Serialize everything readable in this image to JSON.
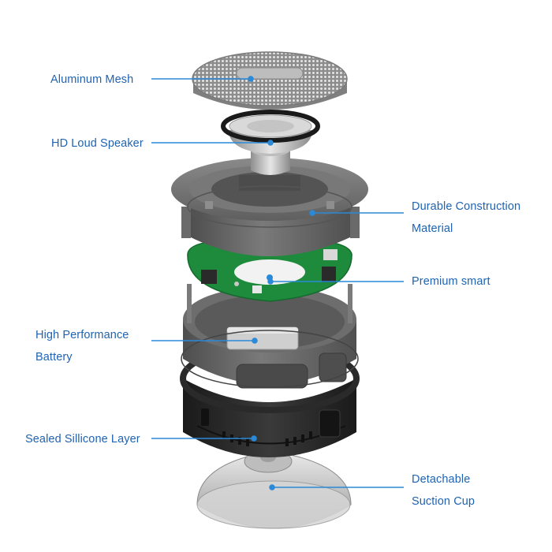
{
  "colors": {
    "label_text": "#1f63b2",
    "leader_line": "#2a8ad8",
    "housing_gray": "#6a6a6a",
    "pcb_green": "#1e8a3c",
    "silicone_black": "#262626",
    "mesh_silver": "#b8b8b8"
  },
  "labels": {
    "aluminum_mesh": "Aluminum Mesh",
    "hd_loud_speaker": "HD Loud Speaker",
    "durable_construction_line1": "Durable Construction",
    "durable_construction_line2": "Material",
    "premium_smart": "Premium smart",
    "high_performance_line1": "High Performance",
    "high_performance_line2": "Battery",
    "sealed_silicone": "Sealed Sillicone Layer",
    "detachable_line1": "Detachable",
    "detachable_line2": "Suction Cup"
  }
}
